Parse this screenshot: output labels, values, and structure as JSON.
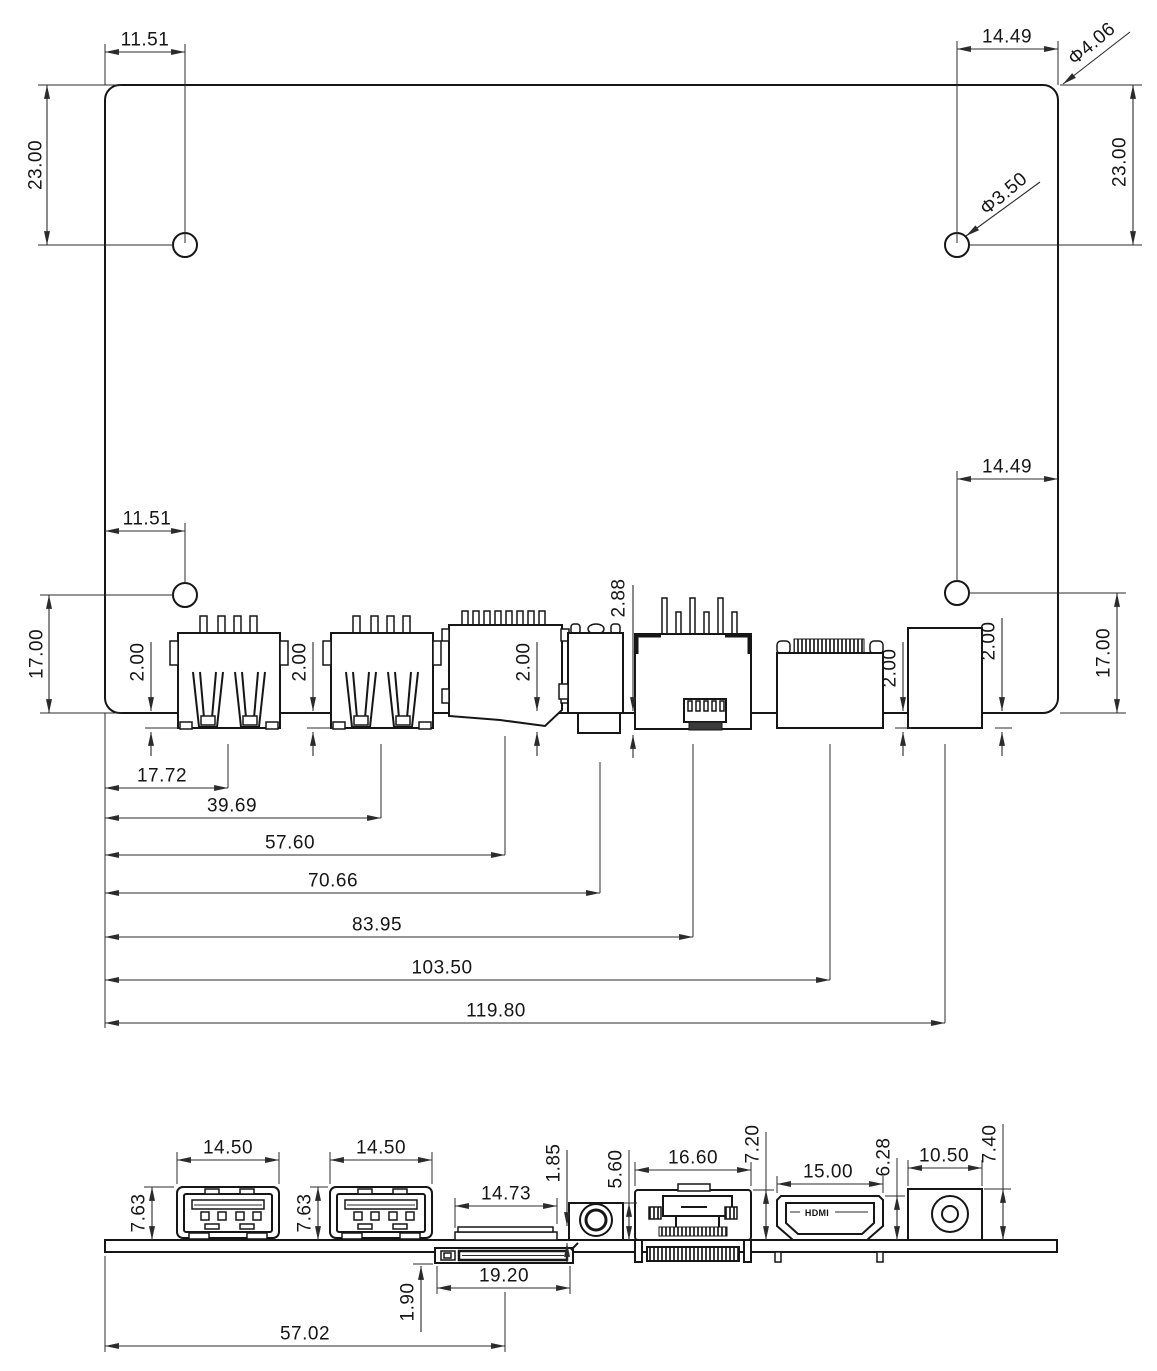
{
  "top_view": {
    "dims": {
      "hole_left_offset_x": "11.51",
      "hole_left_offset_y": "23.00",
      "hole_right_offset_x": "14.49",
      "corner_diameter": "Φ4.06",
      "hole_diameter": "Φ3.50",
      "hole_right_offset_y": "23.00",
      "hole_bottom_right_offset_x": "14.49",
      "hole_bottom_left_offset_x": "11.51",
      "hole_bottom_left_offset_y": "17.00",
      "hole_bottom_right_offset_y": "17.00",
      "usb1_overhang": "2.00",
      "usb2_overhang": "2.00",
      "sd_overhang": "2.00",
      "hdmi_overhang": "2.00",
      "power_overhang": "2.00",
      "audio_overhang": "2.88",
      "chain": [
        "17.72",
        "39.69",
        "57.60",
        "70.66",
        "83.95",
        "103.50",
        "119.80"
      ]
    }
  },
  "front_view": {
    "dims": {
      "usb1_width": "14.50",
      "usb2_width": "14.50",
      "usb1_height": "7.63",
      "usb2_height": "7.63",
      "sd_width": "14.73",
      "sd_height": "1.85",
      "audio_height": "5.60",
      "ethernet_width": "16.60",
      "ethernet_height": "7.20",
      "hdmi_width": "15.00",
      "hdmi_height": "6.28",
      "power_width": "10.50",
      "power_height": "7.40",
      "sd_slot_width": "19.20",
      "sd_slot_drop": "1.90",
      "sd_center_offset": "57.02"
    },
    "labels": {
      "hdmi_logo": "HDMI"
    }
  }
}
